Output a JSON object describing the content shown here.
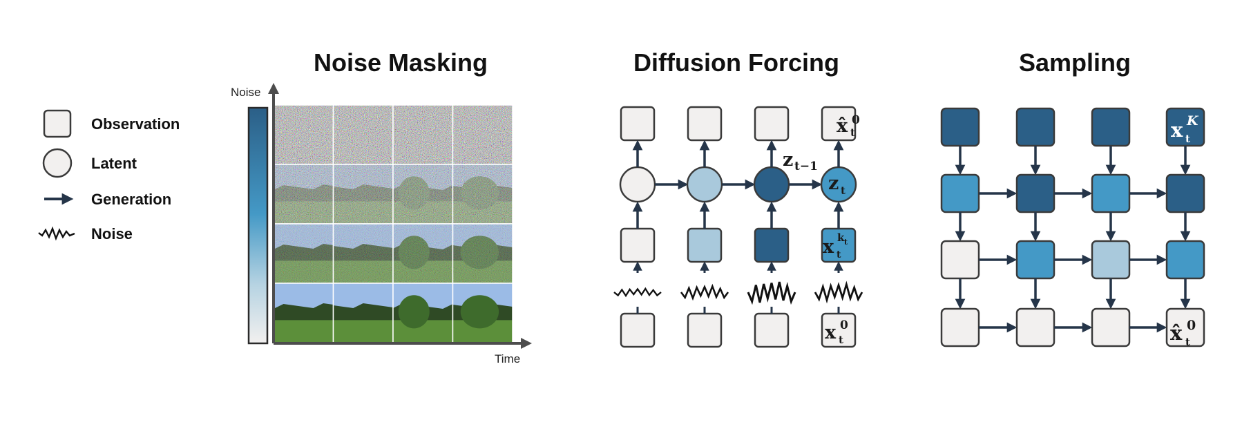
{
  "colors": {
    "outline": "#3a3a3a",
    "arrow": "#253549",
    "light": "#f2f0ef",
    "pale": "#a9c9dc",
    "mid": "#4499c6",
    "dark": "#2b5f87",
    "axis": "#4d4d4d",
    "noise_line": "#111111"
  },
  "legend": {
    "observation": "Observation",
    "latent": "Latent",
    "generation": "Generation",
    "noise": "Noise"
  },
  "noise_masking": {
    "title": "Noise Masking",
    "y_axis_label": "Noise",
    "x_axis_label": "Time",
    "grid_rows": 4,
    "grid_cols": 4,
    "noise_levels_by_row": [
      1.0,
      0.66,
      0.35,
      0.0
    ],
    "scene": {
      "sky": "#9bbbe6",
      "grass": "#5c8f3a",
      "treeline": "#2f4a25",
      "bush": "#3e6b2c"
    }
  },
  "diffusion_forcing": {
    "title": "Diffusion Forcing",
    "columns": [
      {
        "latent_fill": "light",
        "input_fill": "light",
        "noise_level": 0.15
      },
      {
        "latent_fill": "pale",
        "input_fill": "pale",
        "noise_level": 0.4
      },
      {
        "latent_fill": "dark",
        "input_fill": "dark",
        "noise_level": 0.85
      },
      {
        "latent_fill": "mid",
        "input_fill": "mid",
        "noise_level": 0.6
      }
    ],
    "labels": {
      "top_last": "x̂",
      "top_last_sup": "0",
      "top_last_sub": "t",
      "prev_latent": "z",
      "prev_latent_sub": "t−1",
      "latent": "z",
      "latent_sub": "t",
      "noisy_obs": "x",
      "noisy_obs_sup": "k",
      "noisy_obs_sup_sub": "t",
      "noisy_obs_sub": "t",
      "clean_obs": "x",
      "clean_obs_sup": "0",
      "clean_obs_sub": "t"
    }
  },
  "sampling": {
    "title": "Sampling",
    "grid": [
      [
        "dark",
        "dark",
        "dark",
        "dark"
      ],
      [
        "mid",
        "dark",
        "mid",
        "dark"
      ],
      [
        "light",
        "mid",
        "pale",
        "mid"
      ],
      [
        "light",
        "light",
        "light",
        "light"
      ]
    ],
    "labels": {
      "top_right": "x",
      "top_right_sup": "K",
      "top_right_sub": "t",
      "bottom_right": "x̂",
      "bottom_right_sup": "0",
      "bottom_right_sub": "t"
    }
  }
}
